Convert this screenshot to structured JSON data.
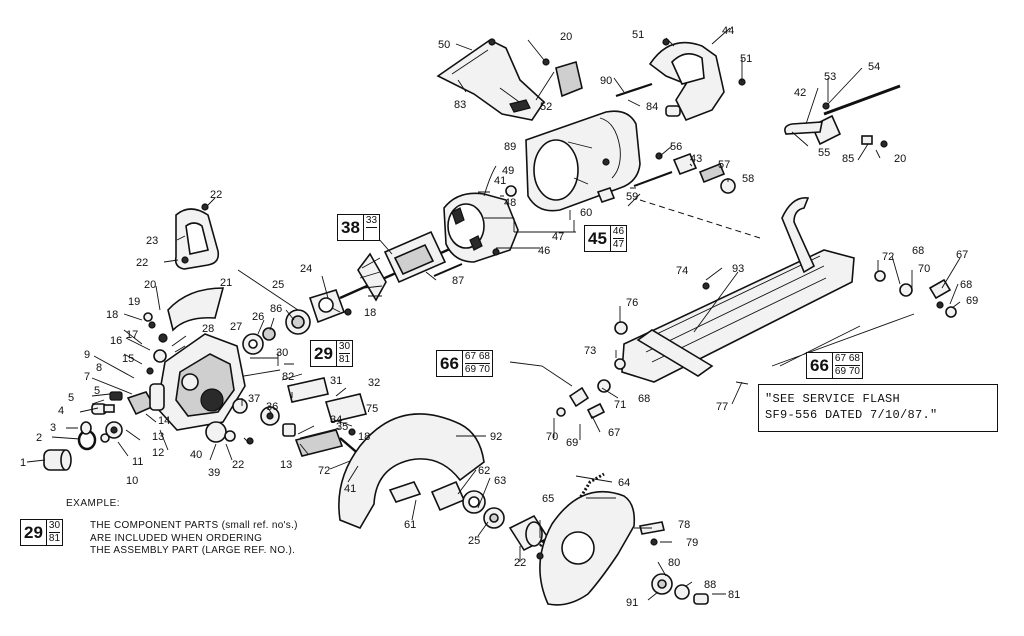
{
  "callouts": [
    {
      "id": "c1",
      "text": "1"
    },
    {
      "id": "c2",
      "text": "2"
    },
    {
      "id": "c3",
      "text": "3"
    },
    {
      "id": "c4",
      "text": "4"
    },
    {
      "id": "c5a",
      "text": "5"
    },
    {
      "id": "c5b",
      "text": "5"
    },
    {
      "id": "c7",
      "text": "7"
    },
    {
      "id": "c8",
      "text": "8"
    },
    {
      "id": "c9",
      "text": "9"
    },
    {
      "id": "c10",
      "text": "10"
    },
    {
      "id": "c11",
      "text": "11"
    },
    {
      "id": "c12",
      "text": "12"
    },
    {
      "id": "c13a",
      "text": "13"
    },
    {
      "id": "c13b",
      "text": "13"
    },
    {
      "id": "c14",
      "text": "14"
    },
    {
      "id": "c15",
      "text": "15"
    },
    {
      "id": "c16",
      "text": "16"
    },
    {
      "id": "c17",
      "text": "17"
    },
    {
      "id": "c18a",
      "text": "18"
    },
    {
      "id": "c18b",
      "text": "18"
    },
    {
      "id": "c18c",
      "text": "18"
    },
    {
      "id": "c19",
      "text": "19"
    },
    {
      "id": "c20a",
      "text": "20"
    },
    {
      "id": "c20b",
      "text": "20"
    },
    {
      "id": "c20c",
      "text": "20"
    },
    {
      "id": "c21",
      "text": "21"
    },
    {
      "id": "c22a",
      "text": "22"
    },
    {
      "id": "c22b",
      "text": "22"
    },
    {
      "id": "c22c",
      "text": "22"
    },
    {
      "id": "c22d",
      "text": "22"
    },
    {
      "id": "c23",
      "text": "23"
    },
    {
      "id": "c24",
      "text": "24"
    },
    {
      "id": "c25a",
      "text": "25"
    },
    {
      "id": "c25b",
      "text": "25"
    },
    {
      "id": "c26",
      "text": "26"
    },
    {
      "id": "c27",
      "text": "27"
    },
    {
      "id": "c28",
      "text": "28"
    },
    {
      "id": "c30",
      "text": "30"
    },
    {
      "id": "c31",
      "text": "31"
    },
    {
      "id": "c32",
      "text": "32"
    },
    {
      "id": "c33",
      "text": "33"
    },
    {
      "id": "c34",
      "text": "34"
    },
    {
      "id": "c35",
      "text": "35"
    },
    {
      "id": "c36",
      "text": "36"
    },
    {
      "id": "c37",
      "text": "37"
    },
    {
      "id": "c39",
      "text": "39"
    },
    {
      "id": "c40",
      "text": "40"
    },
    {
      "id": "c41",
      "text": "41"
    },
    {
      "id": "c41b",
      "text": "41"
    },
    {
      "id": "c42",
      "text": "42"
    },
    {
      "id": "c43",
      "text": "43"
    },
    {
      "id": "c44",
      "text": "44"
    },
    {
      "id": "c46",
      "text": "46"
    },
    {
      "id": "c47",
      "text": "47"
    },
    {
      "id": "c48",
      "text": "48"
    },
    {
      "id": "c49",
      "text": "49"
    },
    {
      "id": "c50",
      "text": "50"
    },
    {
      "id": "c51a",
      "text": "51"
    },
    {
      "id": "c51b",
      "text": "51"
    },
    {
      "id": "c52",
      "text": "52"
    },
    {
      "id": "c53",
      "text": "53"
    },
    {
      "id": "c54",
      "text": "54"
    },
    {
      "id": "c55",
      "text": "55"
    },
    {
      "id": "c56",
      "text": "56"
    },
    {
      "id": "c57",
      "text": "57"
    },
    {
      "id": "c58",
      "text": "58"
    },
    {
      "id": "c59",
      "text": "59"
    },
    {
      "id": "c60",
      "text": "60"
    },
    {
      "id": "c61",
      "text": "61"
    },
    {
      "id": "c62",
      "text": "62"
    },
    {
      "id": "c63",
      "text": "63"
    },
    {
      "id": "c64",
      "text": "64"
    },
    {
      "id": "c65",
      "text": "65"
    },
    {
      "id": "c67a",
      "text": "67"
    },
    {
      "id": "c67b",
      "text": "67"
    },
    {
      "id": "c68a",
      "text": "68"
    },
    {
      "id": "c68b",
      "text": "68"
    },
    {
      "id": "c68c",
      "text": "68"
    },
    {
      "id": "c69a",
      "text": "69"
    },
    {
      "id": "c69b",
      "text": "69"
    },
    {
      "id": "c70a",
      "text": "70"
    },
    {
      "id": "c70b",
      "text": "70"
    },
    {
      "id": "c71",
      "text": "71"
    },
    {
      "id": "c72a",
      "text": "72"
    },
    {
      "id": "c72b",
      "text": "72"
    },
    {
      "id": "c73",
      "text": "73"
    },
    {
      "id": "c74",
      "text": "74"
    },
    {
      "id": "c75",
      "text": "75"
    },
    {
      "id": "c76",
      "text": "76"
    },
    {
      "id": "c77",
      "text": "77"
    },
    {
      "id": "c78",
      "text": "78"
    },
    {
      "id": "c79",
      "text": "79"
    },
    {
      "id": "c80",
      "text": "80"
    },
    {
      "id": "c81",
      "text": "81"
    },
    {
      "id": "c82",
      "text": "82"
    },
    {
      "id": "c83",
      "text": "83"
    },
    {
      "id": "c84",
      "text": "84"
    },
    {
      "id": "c85",
      "text": "85"
    },
    {
      "id": "c86",
      "text": "86"
    },
    {
      "id": "c87",
      "text": "87"
    },
    {
      "id": "c88",
      "text": "88"
    },
    {
      "id": "c89",
      "text": "89"
    },
    {
      "id": "c90",
      "text": "90"
    },
    {
      "id": "c91",
      "text": "91"
    },
    {
      "id": "c92",
      "text": "92"
    },
    {
      "id": "c93",
      "text": "93"
    }
  ],
  "assemblies": {
    "a38": {
      "big": "38",
      "top": "33",
      "bottom": ""
    },
    "a45": {
      "big": "45",
      "top": "46",
      "bottom": "47"
    },
    "a29": {
      "big": "29",
      "top": "30",
      "bottom": "81"
    },
    "a66a": {
      "big": "66",
      "top": "67 68",
      "bottom": "69 70"
    },
    "a66b": {
      "big": "66",
      "top": "67 68",
      "bottom": "69 70"
    }
  },
  "service_flash": {
    "line1": "\"SEE SERVICE FLASH",
    "line2": "SF9-556 DATED 7/10/87.\""
  },
  "example": {
    "heading": "EXAMPLE:",
    "box": {
      "big": "29",
      "top": "30",
      "bottom": "81"
    },
    "line1": "THE COMPONENT PARTS (small ref. no's.)",
    "line2": "ARE INCLUDED WHEN ORDERING",
    "line3": "THE ASSEMBLY PART (LARGE REF. NO.)."
  }
}
